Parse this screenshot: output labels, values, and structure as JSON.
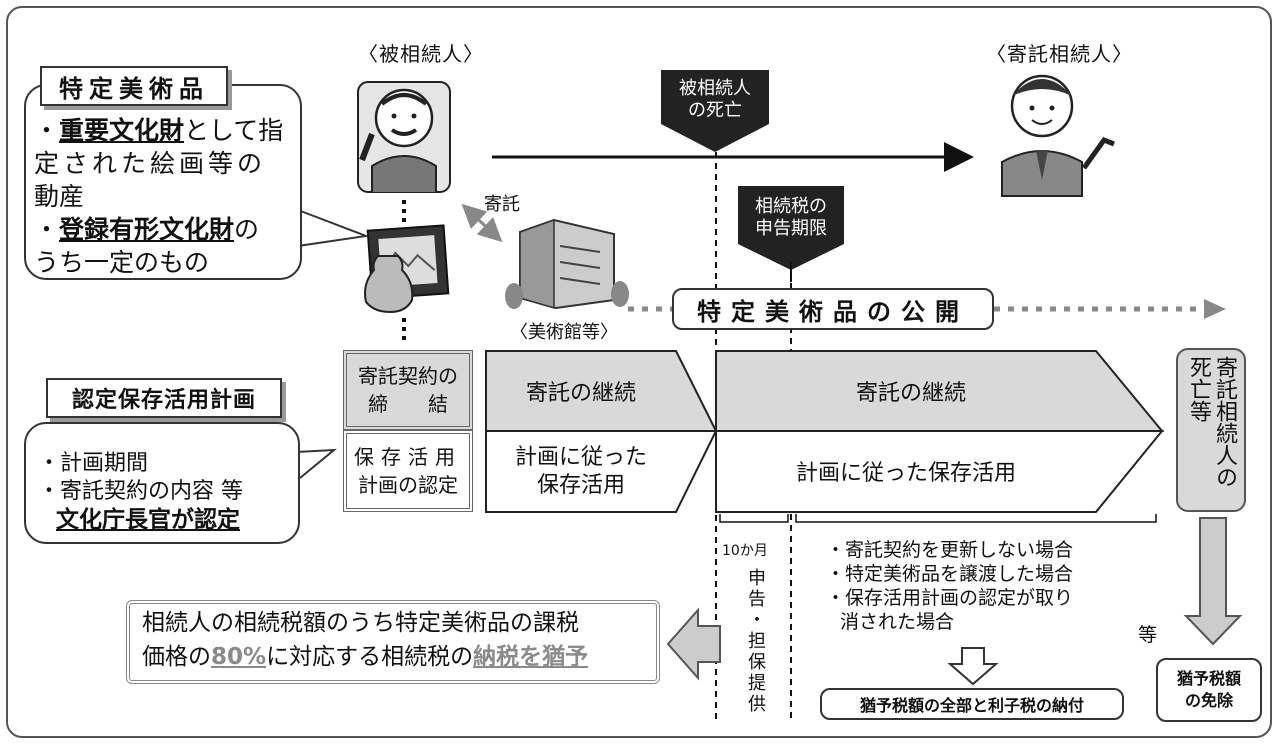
{
  "labels": {
    "decedent": "〈被相続人〉",
    "heir": "〈寄託相続人〉",
    "deposit": "寄託",
    "museum": "〈美術館等〉"
  },
  "art": {
    "title": "特定美術品",
    "line1_bullet": "・",
    "line1_em": "重要文化財",
    "line1_rest": "として指",
    "line2": "定された絵画等の",
    "line3": "動産",
    "line4_bullet": "・",
    "line4_em": "登録有形文化財",
    "line4_rest": "の",
    "line5": "うち一定のもの"
  },
  "plan": {
    "title": "認定保存活用計画",
    "line1": "・計画期間",
    "line2": "・寄託契約の内容 等",
    "line3": "文化庁長官が認定"
  },
  "markers": {
    "death_l1": "被相続人",
    "death_l2": "の死亡",
    "deadline_l1": "相続税の",
    "deadline_l2": "申告期限"
  },
  "public": {
    "label": "特定美術品の公開"
  },
  "cells": {
    "contract_l1": "寄託契約の",
    "contract_l2": "締　　結",
    "certify_l1": "保存活用",
    "certify_l2": "計画の認定",
    "cont1": "寄託の継続",
    "cont2": "寄託の継続",
    "use1_l1": "計画に従った",
    "use1_l2": "保存活用",
    "use2": "計画に従った保存活用"
  },
  "heir_death": "寄託相続人の死亡等",
  "period": {
    "months": "10か月",
    "filing": "申告・担保提供"
  },
  "conditions": {
    "c1": "・寄託契約を更新しない場合",
    "c2": "・特定美術品を譲渡した場合",
    "c3": "・保存活用計画の認定が取り",
    "c4": "消された場合",
    "etc": "等"
  },
  "results": {
    "pay": "猶予税額の全部と利子税の納付",
    "exempt_l1": "猶予税額",
    "exempt_l2": "の免除"
  },
  "summary": {
    "l1": "相続人の相続税額のうち特定美術品の課税",
    "l2_a": "価格の",
    "l2_pct": "80%",
    "l2_b": "に対応する相続税の",
    "l2_em": "納税を猶予"
  },
  "colors": {
    "box_gray": "#d9d9d9",
    "marker_black": "#222222",
    "accent_gray": "#8a8a8a"
  }
}
